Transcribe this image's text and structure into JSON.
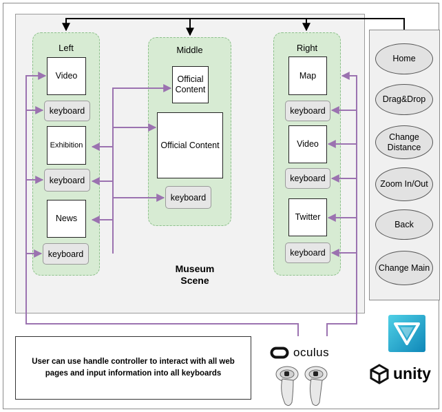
{
  "colors": {
    "column_fill": "#d7ebd3",
    "column_border": "#8cc08a",
    "arrow_purple": "#9b72b0",
    "scene_fill": "#f2f2f2",
    "keyboard_fill": "#e6e6e6",
    "logo_teal": "#1aa6c9"
  },
  "columns": {
    "left": {
      "title": "Left",
      "items": [
        {
          "kind": "page",
          "label": "Video"
        },
        {
          "kind": "keyboard",
          "label": "keyboard"
        },
        {
          "kind": "page",
          "label": "Exhibition"
        },
        {
          "kind": "keyboard",
          "label": "keyboard"
        },
        {
          "kind": "page",
          "label": "News"
        },
        {
          "kind": "keyboard",
          "label": "keyboard"
        }
      ]
    },
    "middle": {
      "title": "Middle",
      "items": [
        {
          "kind": "page",
          "label": "Official Content"
        },
        {
          "kind": "page",
          "label": "Official Content"
        },
        {
          "kind": "keyboard",
          "label": "keyboard"
        }
      ]
    },
    "right": {
      "title": "Right",
      "items": [
        {
          "kind": "page",
          "label": "Map"
        },
        {
          "kind": "keyboard",
          "label": "keyboard"
        },
        {
          "kind": "page",
          "label": "Video"
        },
        {
          "kind": "keyboard",
          "label": "keyboard"
        },
        {
          "kind": "page",
          "label": "Twitter"
        },
        {
          "kind": "keyboard",
          "label": "keyboard"
        }
      ]
    }
  },
  "scene_label": "Museum Scene",
  "menu": {
    "items": [
      "Home",
      "Drag&Drop",
      "Change Distance",
      "Zoom In/Out",
      "Back",
      "Change Main"
    ]
  },
  "note": "User can use handle controller to interact with all web pages and input information into all keyboards",
  "logos": {
    "oculus": "oculus",
    "unity": "unity"
  }
}
